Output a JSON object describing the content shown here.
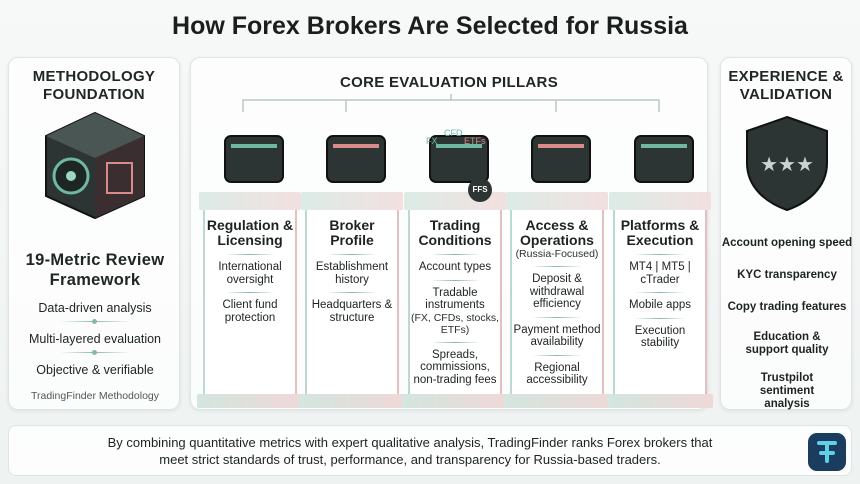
{
  "title": "How Forex Brokers Are Selected for Russia",
  "left": {
    "heading": "METHODOLOGY FOUNDATION",
    "icon": "vault-cube-icon",
    "framework": "19-Metric Review Framework",
    "items": [
      "Data-driven analysis",
      "Multi-layered evaluation",
      "Objective & verifiable"
    ],
    "footer": "TradingFinder Methodology"
  },
  "center": {
    "heading": "CORE EVALUATION PILLARS",
    "pillars": [
      {
        "icon": "shield-gavel-icon",
        "title": "Regulation & Licensing",
        "items": [
          "International oversight",
          "Client fund protection"
        ]
      },
      {
        "icon": "building-document-icon",
        "title": "Broker Profile",
        "items": [
          "Establishment history",
          "Headquarters & structure"
        ]
      },
      {
        "icon": "briefcase-icon",
        "tags": [
          "FX",
          "CFD",
          "ETFs"
        ],
        "badge": "FFS",
        "title": "Trading Conditions",
        "items": [
          "Account types",
          "Tradable instruments",
          "Spreads, commissions, non-trading fees"
        ],
        "note": "(FX, CFDs, stocks, ETFs)"
      },
      {
        "icon": "card-ruble-icon",
        "title": "Access & Operations",
        "subtitle": "(Russia-Focused)",
        "items": [
          "Deposit & withdrawal efficiency",
          "Payment method availability",
          "Regional accessibility"
        ]
      },
      {
        "icon": "monitor-chart-icon",
        "title": "Platforms & Execution",
        "items": [
          "MT4 | MT5 | cTrader",
          "Mobile apps",
          "Execution stability"
        ]
      }
    ]
  },
  "right": {
    "heading": "EXPERIENCE & VALIDATION",
    "icon": "shield-stars-icon",
    "items": [
      "Account opening speed",
      "KYC transparency",
      "Copy trading features",
      "Education & support quality",
      "Trustpilot sentiment analysis"
    ]
  },
  "banner": {
    "line1": "By combining quantitative metrics with expert qualitative analysis, TradingFinder ranks Forex brokers that",
    "line2": "meet strict standards of trust, performance, and transparency for Russia-based traders."
  },
  "colors": {
    "green": "#6fb9a3",
    "red": "#d98a8a",
    "dark": "#2c3533"
  }
}
